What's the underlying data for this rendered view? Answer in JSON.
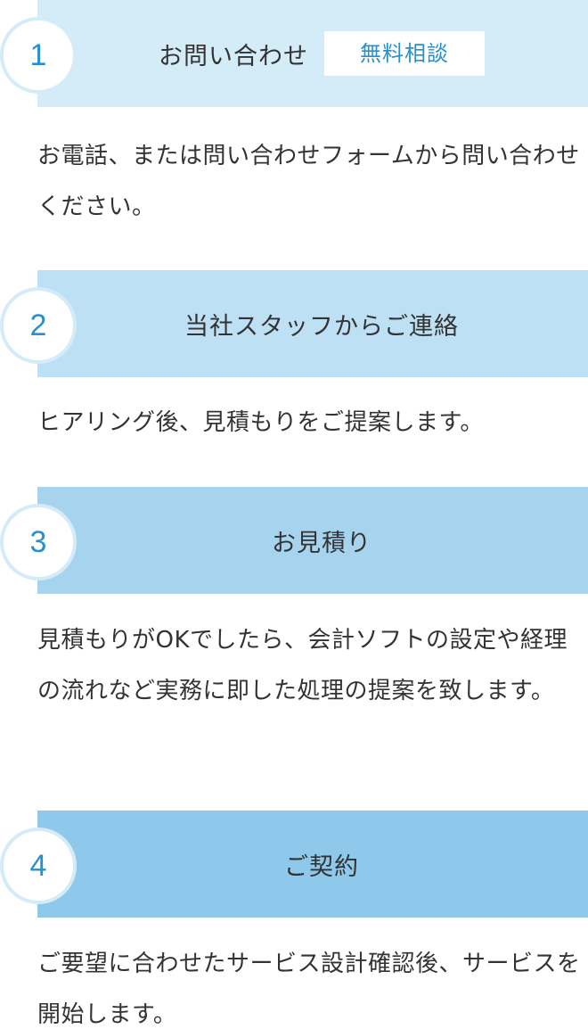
{
  "steps": [
    {
      "number": "1",
      "title": "お問い合わせ",
      "badge": "無料相談",
      "description": "お電話、または問い合わせフォームから問い合わせください。",
      "header_color": "#d4ebf8"
    },
    {
      "number": "2",
      "title": "当社スタッフからご連絡",
      "description": "ヒアリング後、見積もりをご提案します。",
      "header_color": "#bde0f4"
    },
    {
      "number": "3",
      "title": "お見積り",
      "description": "見積もりがOKでしたら、会計ソフトの設定や経理の流れなど実務に即した処理の提案を致します。",
      "header_color": "#a6d4ef"
    },
    {
      "number": "4",
      "title": "ご契約",
      "description": "ご要望に合わせたサービス設計確認後、サービスを開始します。",
      "header_color": "#8ec8ea"
    }
  ],
  "colors": {
    "accent": "#2a90cc",
    "text": "#333333",
    "circle_border": "#d4ecf8"
  }
}
